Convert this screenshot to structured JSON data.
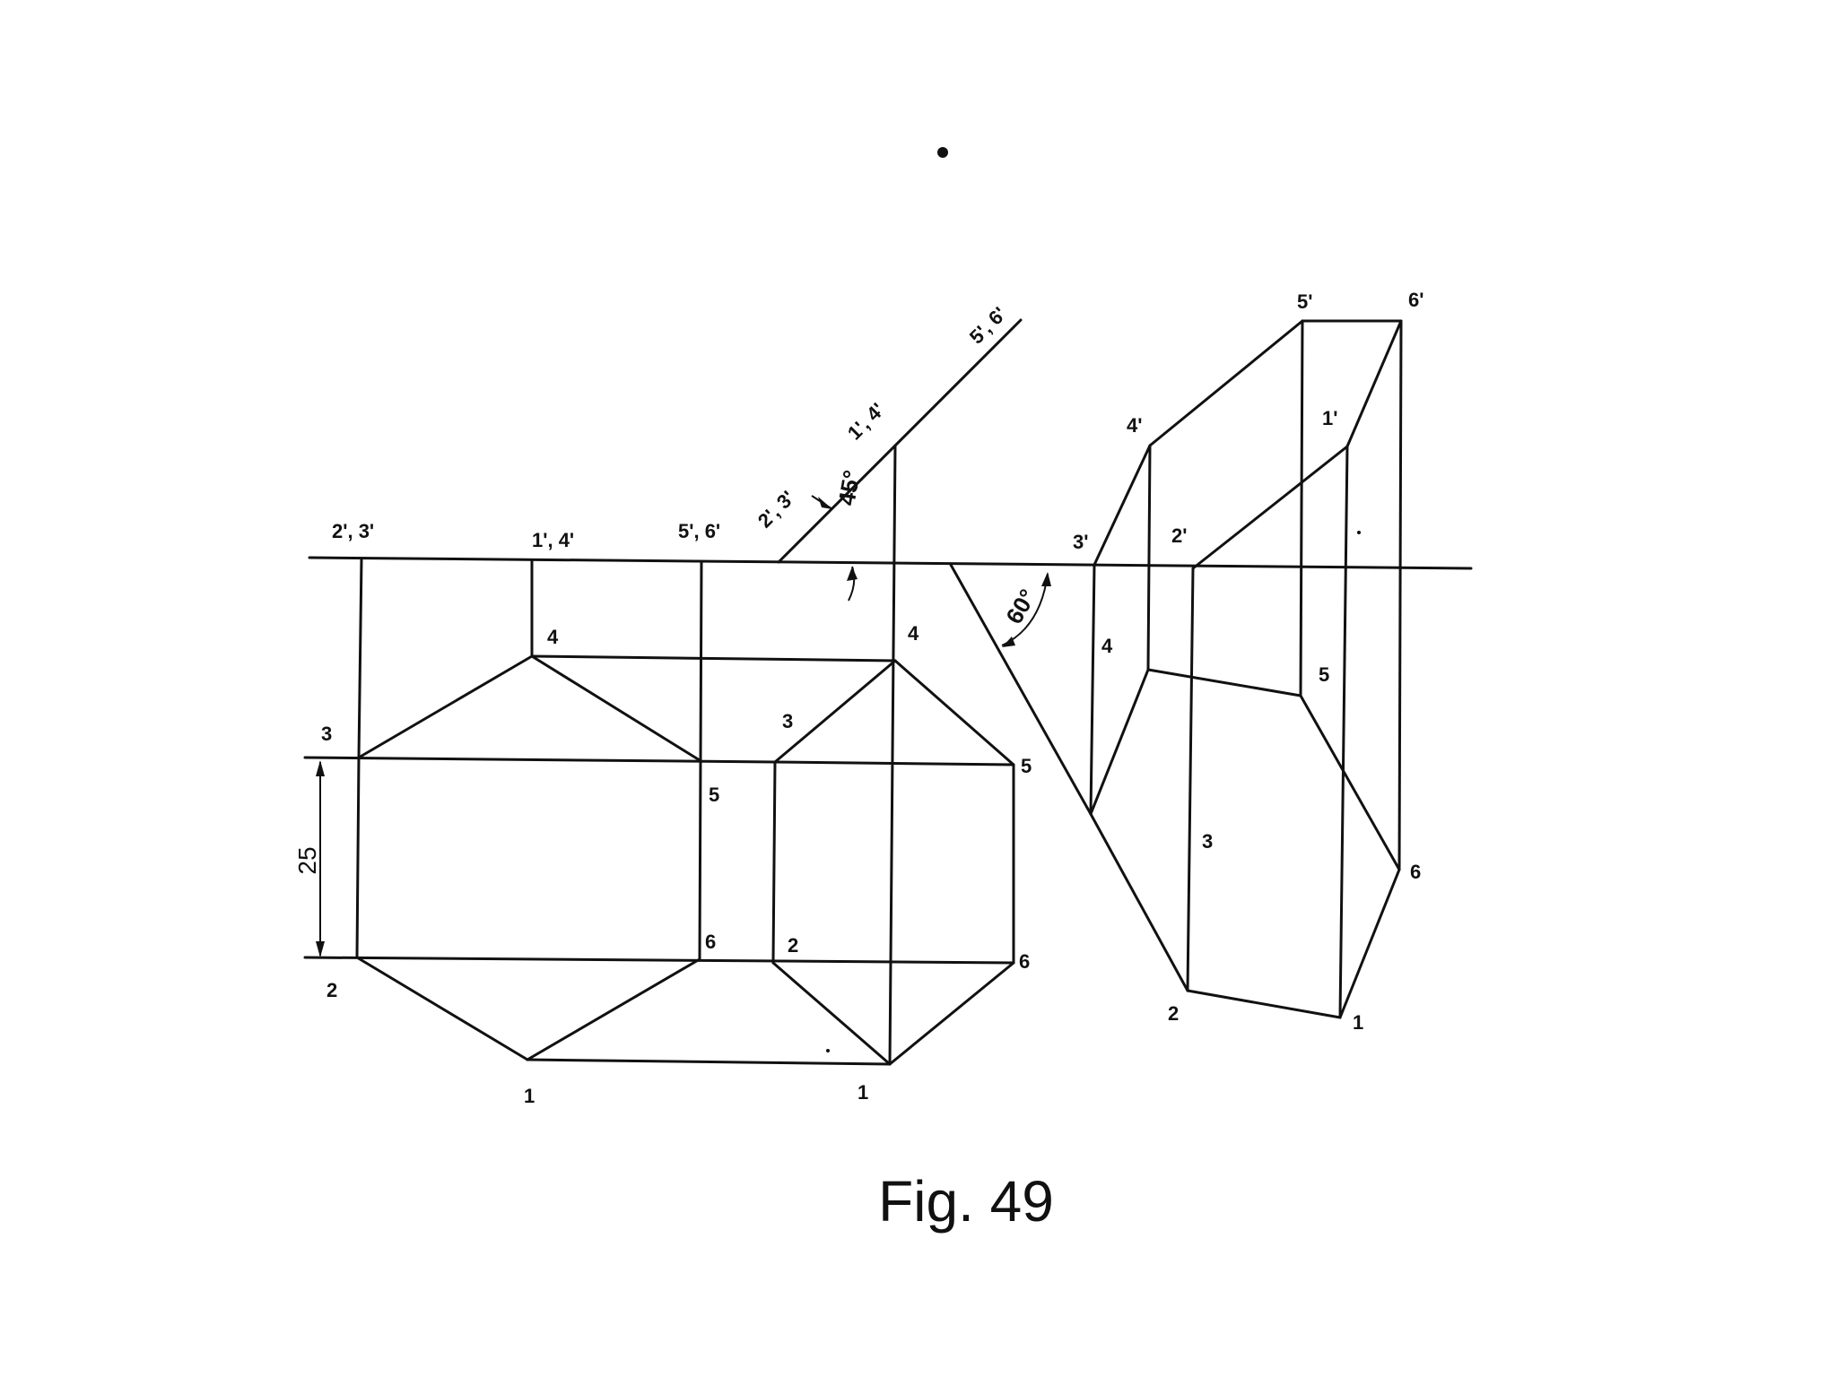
{
  "figure": {
    "caption": "Fig. 49",
    "dimension": "25",
    "angles": {
      "a45": "45°",
      "a60": "60°"
    },
    "front_view": {
      "label_23p": "2', 3'",
      "label_14p": "1', 4'",
      "label_56p": "5',  6'"
    },
    "inclined_view": {
      "label_23p": "2', 3'",
      "label_14p": "1', 4'",
      "label_56p": "5', 6'"
    },
    "top_view": {
      "p1": "1",
      "p2": "2",
      "p3": "3",
      "p4": "4",
      "p5": "5",
      "p6": "6"
    },
    "second_top_view": {
      "p1": "1",
      "p2": "2",
      "p3": "3",
      "p4": "4",
      "p5": "5",
      "p6": "6"
    },
    "aux_view": {
      "p1": "1",
      "p2": "2",
      "p3": "3",
      "p4": "4",
      "p5": "5",
      "p6": "6",
      "p1p": "1'",
      "p2p": "2'",
      "p3p": "3'",
      "p4p": "4'",
      "p5p": "5'",
      "p6p": "6'"
    }
  }
}
